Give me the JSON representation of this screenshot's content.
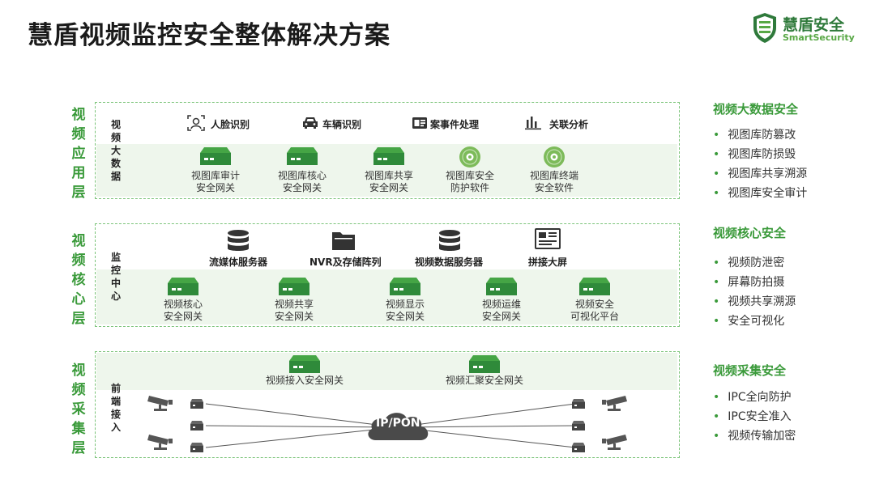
{
  "title": "慧盾视频监控安全整体解决方案",
  "logo": {
    "name": "慧盾安全",
    "sub": "SmartSecurity"
  },
  "layers": {
    "app": {
      "label": "视频应用层",
      "side": "视频大数据",
      "top_items": [
        "人脸识别",
        "车辆识别",
        "案事件处理",
        "关联分析"
      ],
      "components": [
        {
          "l1": "视图库审计",
          "l2": "安全网关",
          "icon": "gateway-icon"
        },
        {
          "l1": "视图库核心",
          "l2": "安全网关",
          "icon": "gateway-icon"
        },
        {
          "l1": "视图库共享",
          "l2": "安全网关",
          "icon": "gateway-icon"
        },
        {
          "l1": "视图库安全",
          "l2": "防护软件",
          "icon": "disc-icon"
        },
        {
          "l1": "视图库终端",
          "l2": "安全软件",
          "icon": "disc-icon"
        }
      ]
    },
    "core": {
      "label": "视频核心层",
      "side": "监控中心",
      "top_items": [
        "流媒体服务器",
        "NVR及存储阵列",
        "视频数据服务器",
        "拼接大屏"
      ],
      "components": [
        {
          "l1": "视频核心",
          "l2": "安全网关"
        },
        {
          "l1": "视频共享",
          "l2": "安全网关"
        },
        {
          "l1": "视频显示",
          "l2": "安全网关"
        },
        {
          "l1": "视频运维",
          "l2": "安全网关"
        },
        {
          "l1": "视频安全",
          "l2": "可视化平台"
        }
      ]
    },
    "collect": {
      "label": "视频采集层",
      "side": "前端接入",
      "gateways": [
        "视频接入安全网关",
        "视频汇聚安全网关"
      ],
      "cloud": "IP/PON"
    }
  },
  "right": [
    {
      "title": "视频大数据安全",
      "items": [
        "视图库防篡改",
        "视图库防损毁",
        "视图库共享溯源",
        "视图库安全审计"
      ]
    },
    {
      "title": "视频核心安全",
      "items": [
        "视频防泄密",
        "屏幕防拍摄",
        "视频共享溯源",
        "安全可视化"
      ]
    },
    {
      "title": "视频采集安全",
      "items": [
        "IPC全向防护",
        "IPC安全准入",
        "视频传输加密"
      ]
    }
  ],
  "colors": {
    "accent": "#3a9a3a",
    "dark_green": "#2f8a3a",
    "band": "#eef6ec",
    "dashed": "#7cc47a"
  }
}
